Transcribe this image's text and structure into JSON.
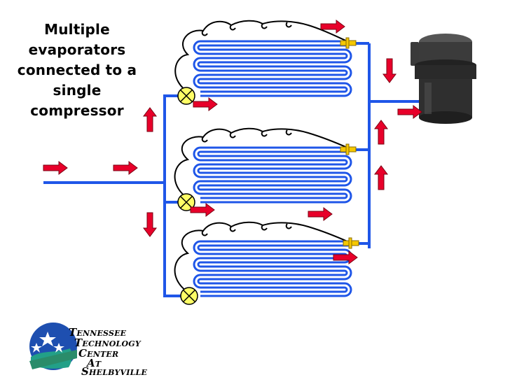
{
  "title_lines": [
    "Multiple",
    "evaporators",
    "connected to a",
    "single",
    "compressor"
  ],
  "logo": {
    "line1": "Tennessee",
    "line2": "Technology",
    "line3": "Center",
    "line4": "at",
    "line5": "Shelbyville"
  },
  "colors": {
    "pipe": "#1f56e8",
    "arrow": "#e8002a",
    "valve": "#ffff66",
    "coil_outline": "#1f56e8",
    "tube": "#000000",
    "compressor": "#2b2b2b"
  },
  "evaporators": [
    {
      "id": "evaporator-top",
      "loops": 3
    },
    {
      "id": "evaporator-middle",
      "loops": 3
    },
    {
      "id": "evaporator-bottom",
      "loops": 3
    }
  ],
  "flow": {
    "inlet_direction": "right",
    "outlet_direction": "up",
    "to_compressor": "right"
  }
}
